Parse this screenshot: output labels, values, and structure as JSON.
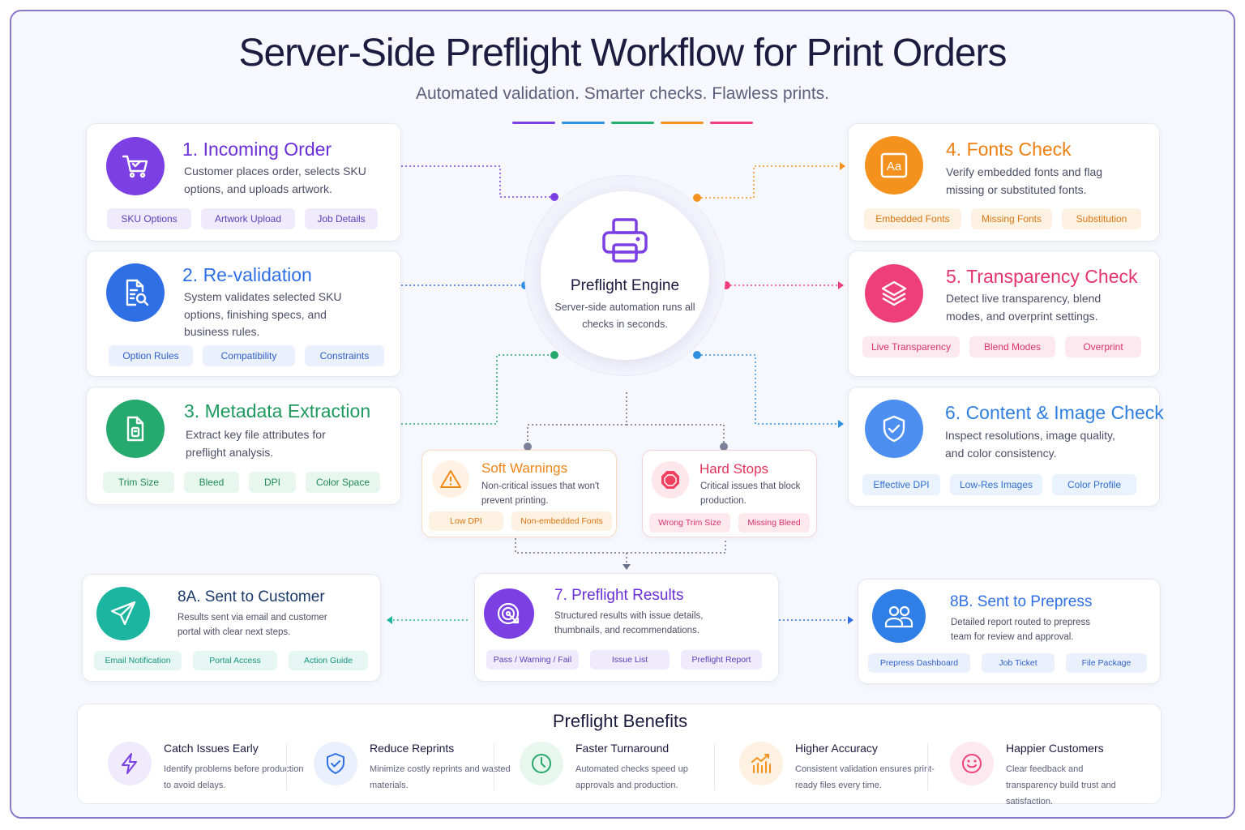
{
  "header": {
    "title": "Server-Side Preflight Workflow for Print Orders",
    "subtitle": "Automated validation. Smarter checks. Flawless prints."
  },
  "colors": {
    "purple": "#7b3fe4",
    "blue": "#2f6fe6",
    "green": "#26a96c",
    "orange": "#f5921e",
    "pink": "#ee3f7b",
    "sky": "#4c8ff0",
    "teal": "#1bb5a0"
  },
  "engine": {
    "title": "Preflight Engine",
    "desc": "Server-side automation runs all checks in seconds.",
    "icon": "printer-icon"
  },
  "steps": {
    "incoming": {
      "title": "1. Incoming Order",
      "desc": "Customer places order, selects SKU options, and uploads artwork.",
      "icon": "cart-icon",
      "tags": [
        "SKU Options",
        "Artwork Upload",
        "Job Details"
      ]
    },
    "revalidation": {
      "title": "2. Re-validation",
      "desc": "System validates selected SKU options, finishing specs, and business rules.",
      "icon": "document-search-icon",
      "tags": [
        "Option Rules",
        "Compatibility",
        "Constraints"
      ]
    },
    "metadata": {
      "title": "3. Metadata Extraction",
      "desc": "Extract key file attributes for preflight analysis.",
      "icon": "file-icon",
      "tags": [
        "Trim Size",
        "Bleed",
        "DPI",
        "Color Space"
      ]
    },
    "fonts": {
      "title": "4. Fonts Check",
      "desc": "Verify embedded fonts and flag missing or substituted fonts.",
      "icon": "font-icon",
      "icon_text": "Aa",
      "tags": [
        "Embedded Fonts",
        "Missing Fonts",
        "Substitution"
      ]
    },
    "transparency": {
      "title": "5. Transparency Check",
      "desc": "Detect live transparency, blend modes, and overprint settings.",
      "icon": "layers-icon",
      "tags": [
        "Live Transparency",
        "Blend Modes",
        "Overprint"
      ]
    },
    "content": {
      "title": "6. Content & Image Check",
      "desc": "Inspect resolutions, image quality, and color consistency.",
      "icon": "shield-check-icon",
      "tags": [
        "Effective DPI",
        "Low-Res Images",
        "Color Profile"
      ]
    },
    "results": {
      "title": "7. Preflight Results",
      "desc": "Structured results with issue details, thumbnails, and recommendations.",
      "icon": "target-icon",
      "tags": [
        "Pass / Warning / Fail",
        "Issue List",
        "Preflight Report"
      ]
    },
    "customer": {
      "title": "8A. Sent to Customer",
      "desc": "Results sent via email and customer portal with clear next steps.",
      "icon": "send-icon",
      "tags": [
        "Email Notification",
        "Portal Access",
        "Action Guide"
      ]
    },
    "prepress": {
      "title": "8B. Sent to Prepress",
      "desc": "Detailed report routed to prepress team for review and approval.",
      "icon": "users-icon",
      "tags": [
        "Prepress Dashboard",
        "Job Ticket",
        "File Package"
      ]
    }
  },
  "soft_warnings": {
    "title": "Soft Warnings",
    "desc": "Non-critical issues that won't prevent printing.",
    "icon": "warning-icon",
    "tags": [
      "Low DPI",
      "Non-embedded Fonts"
    ]
  },
  "hard_stops": {
    "title": "Hard Stops",
    "desc": "Critical issues that block production.",
    "icon": "stop-icon",
    "tags": [
      "Wrong Trim Size",
      "Missing Bleed"
    ]
  },
  "benefits": {
    "title": "Preflight Benefits",
    "items": [
      {
        "title": "Catch Issues Early",
        "desc": "Identify problems before production to avoid delays.",
        "icon": "lightning-icon"
      },
      {
        "title": "Reduce Reprints",
        "desc": "Minimize costly reprints and wasted materials.",
        "icon": "shield-icon"
      },
      {
        "title": "Faster Turnaround",
        "desc": "Automated checks speed up approvals and production.",
        "icon": "clock-icon"
      },
      {
        "title": "Higher Accuracy",
        "desc": "Consistent validation ensures print-ready files every time.",
        "icon": "chart-icon"
      },
      {
        "title": "Happier Customers",
        "desc": "Clear feedback and transparency build trust and satisfaction.",
        "icon": "smile-icon"
      }
    ]
  }
}
